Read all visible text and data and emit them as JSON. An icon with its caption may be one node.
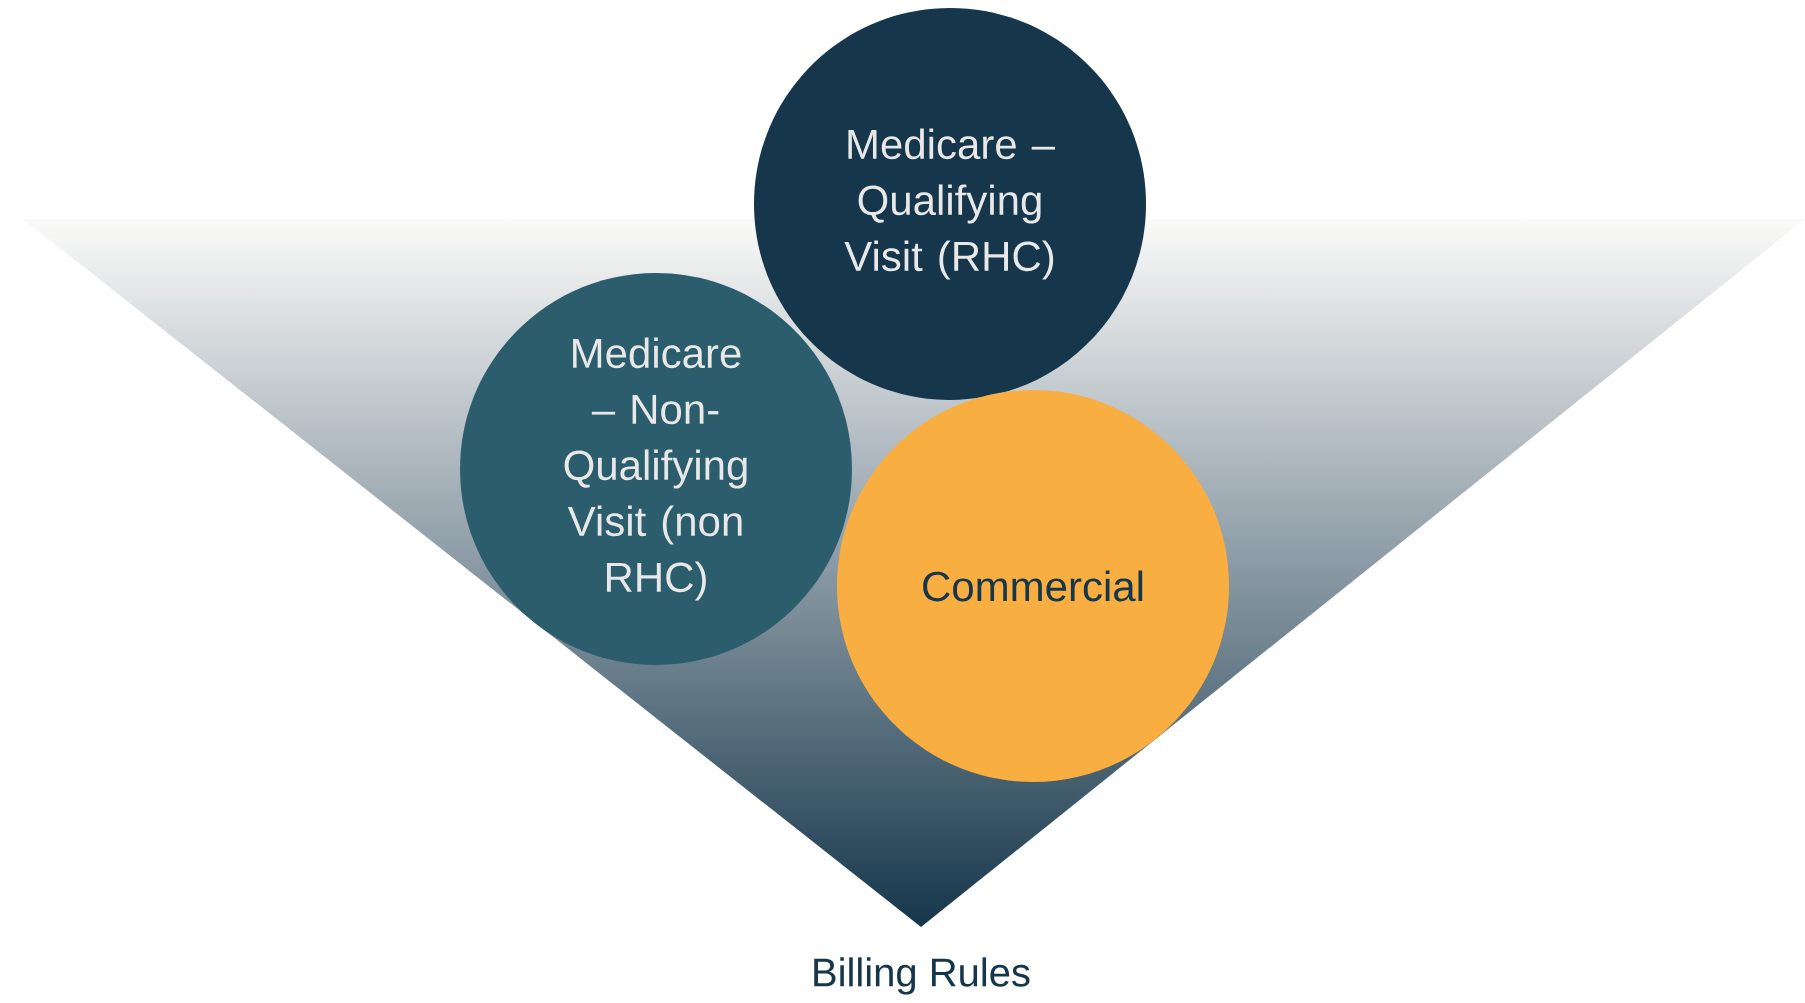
{
  "diagram": {
    "nodes": [
      {
        "text": [
          "Medicare – Qualifying Visit (RHC)"
        ]
      },
      {
        "text": [
          "Medicare – Non-Qualifying Visit (non RHC)"
        ]
      },
      {
        "text": [
          "Commercial"
        ]
      }
    ],
    "labels": [
      "Billing Rules"
    ]
  }
}
